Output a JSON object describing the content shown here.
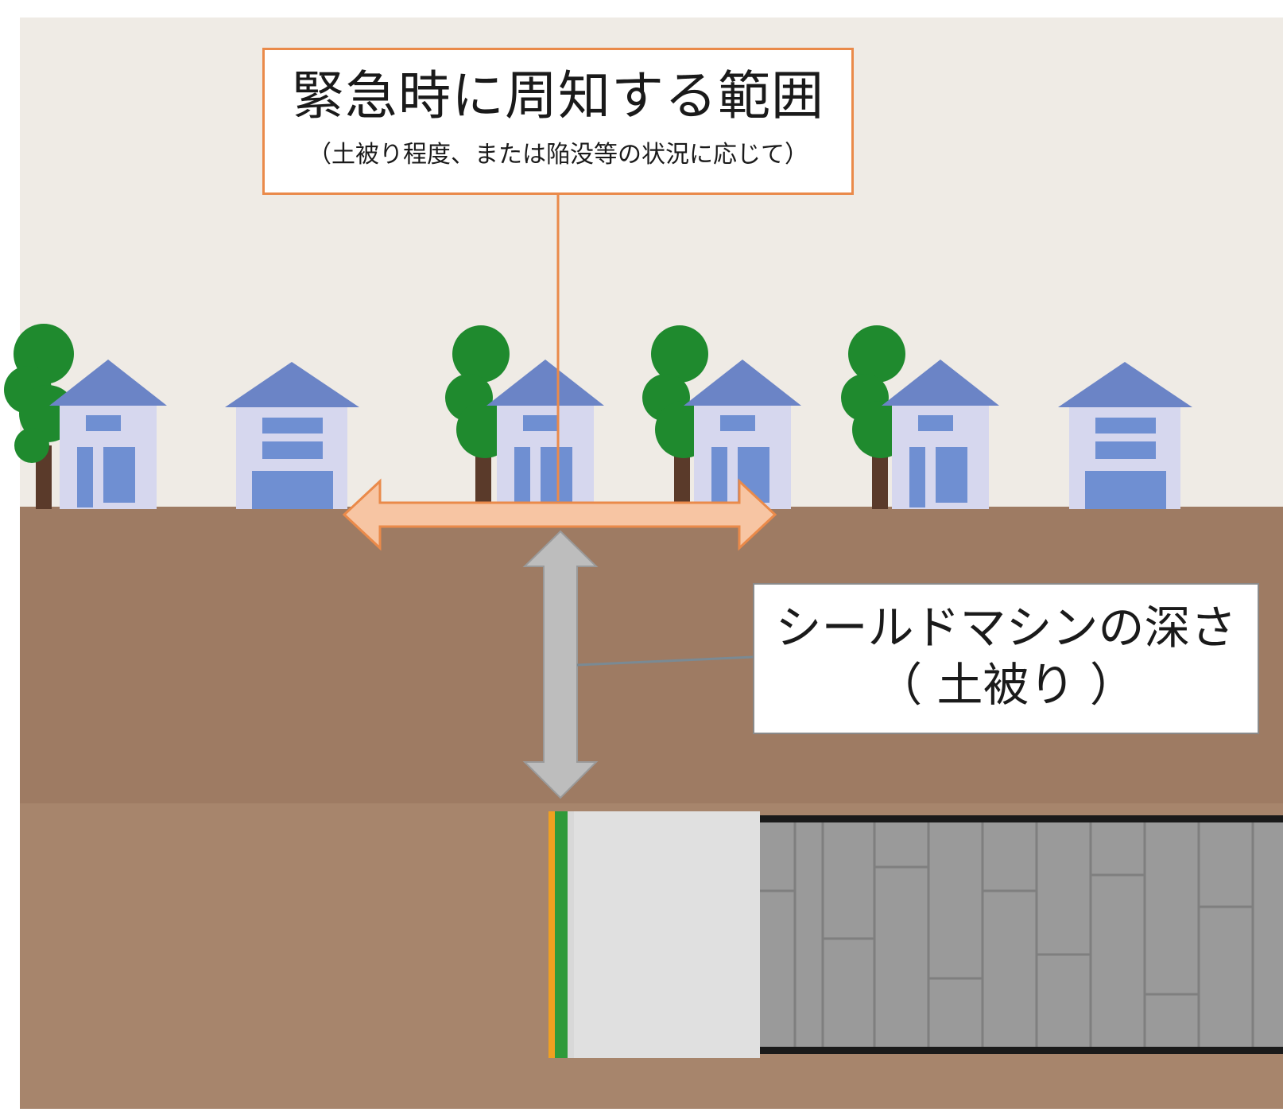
{
  "notify_label": {
    "title": "緊急時に周知する範囲",
    "subtitle": "（土被り程度、または陥没等の状況に応じて）"
  },
  "depth_label": {
    "title": "シールドマシンの深さ",
    "subtitle": "（ 土被り ）"
  },
  "colors": {
    "sky": "#efebe5",
    "ground_upper": "#9e7b63",
    "ground_lower": "#a7856c",
    "house_wall": "#d6d7ee",
    "house_roof": "#6b84c6",
    "house_window": "#6f8fd2",
    "tree_green": "#1f8a2e",
    "tree_trunk": "#5a3a2a",
    "range_arrow": "#f7c5a3",
    "range_arrow_border": "#ea8a4a",
    "depth_arrow": "#bdbdbd",
    "machine_body": "#e0e0e0",
    "tunnel_segments": "#9a9a9a",
    "cutter_green": "#2f9a3a",
    "cutter_orange": "#f0a020"
  },
  "icons": [
    "house-icon",
    "tree-icon",
    "shield-machine-icon",
    "tunnel-segment-icon"
  ]
}
